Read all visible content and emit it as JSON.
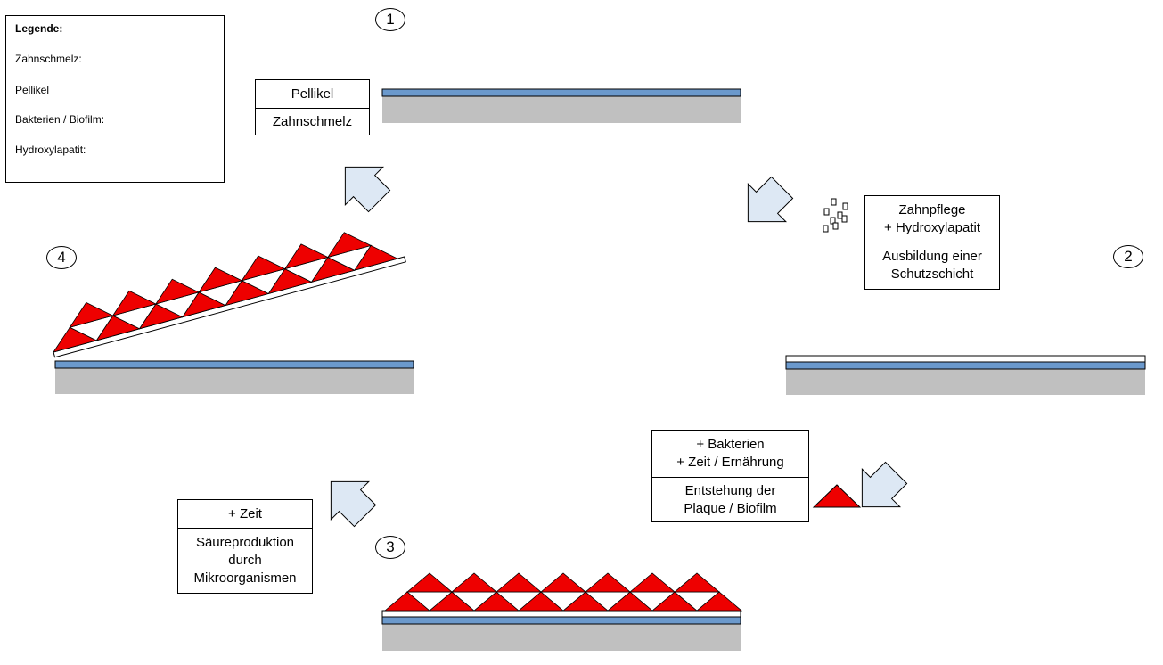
{
  "legend": {
    "title": "Legende:",
    "items": [
      {
        "label": "Zahnschmelz:"
      },
      {
        "label": "Pellikel"
      },
      {
        "label": "Bakterien / Biofilm:"
      },
      {
        "label": "Hydroxylapatit:"
      }
    ]
  },
  "steps": {
    "s1": "1",
    "s2": "2",
    "s3": "3",
    "s4": "4"
  },
  "boxes": {
    "b1_top": "Pellikel",
    "b1_bottom": "Zahnschmelz",
    "b2_top_l1": "Zahnpflege",
    "b2_top_l2": "+ Hydroxylapatit",
    "b2_bottom_l1": "Ausbildung einer",
    "b2_bottom_l2": "Schutzschicht",
    "b3_top_l1": "+ Bakterien",
    "b3_top_l2": "+ Zeit / Ernährung",
    "b3_bottom_l1": "Entstehung der",
    "b3_bottom_l2": "Plaque / Biofilm",
    "b4_top": "+ Zeit",
    "b4_bottom_l1": "Säureproduktion",
    "b4_bottom_l2": "durch",
    "b4_bottom_l3": "Mikroorganismen"
  },
  "colors": {
    "enamel": "#c0c0c0",
    "pellicle": "#6b99cc",
    "bacteria": "#ee0000",
    "arrow_fill": "#dde8f4"
  }
}
